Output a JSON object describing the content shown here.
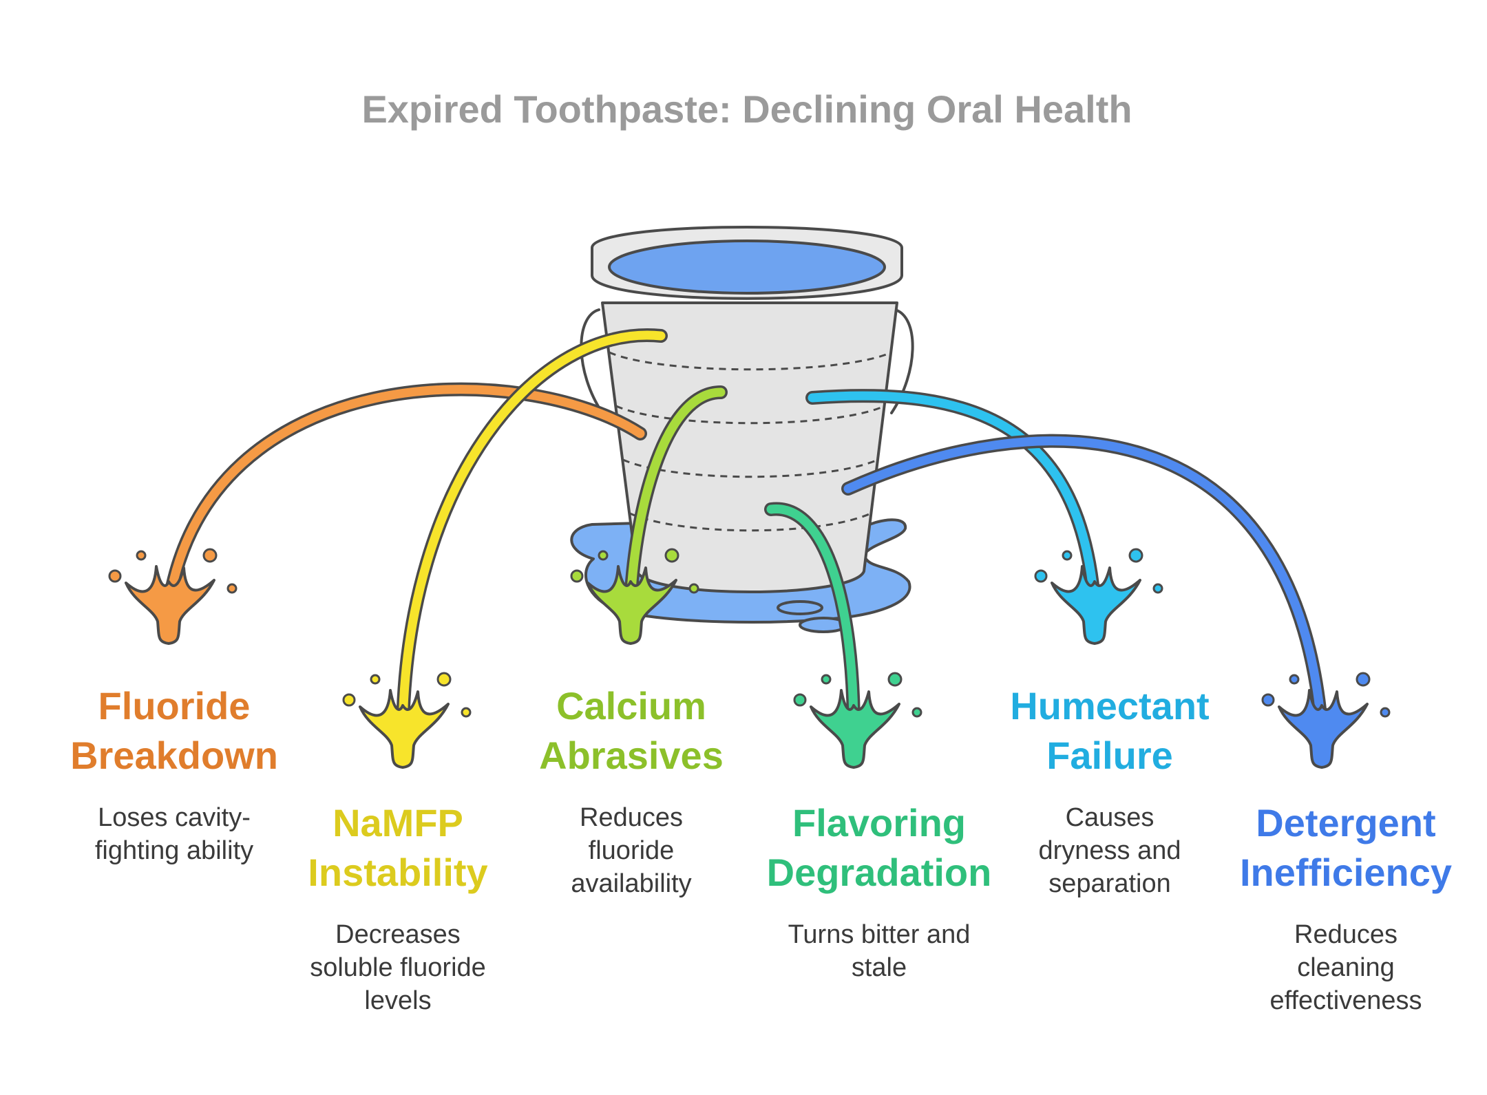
{
  "title": "Expired Toothpaste: Declining Oral Health",
  "colors": {
    "water": "#6ea3f0",
    "puddle": "#7db1f5",
    "bucket": "#e4e4e4",
    "outline": "#4a4a4a"
  },
  "items": [
    {
      "id": "fluoride",
      "color": "#f59a45",
      "heading": [
        "Fluoride",
        "Breakdown"
      ],
      "desc": [
        "Loses cavity-",
        "fighting ability"
      ],
      "heading_color": "#e07d2c"
    },
    {
      "id": "namfp",
      "color": "#f7e42b",
      "heading": [
        "NaMFP",
        "Instability"
      ],
      "desc": [
        "Decreases",
        "soluble fluoride",
        "levels"
      ],
      "heading_color": "#dccb1e"
    },
    {
      "id": "calcium",
      "color": "#a8db3c",
      "heading": [
        "Calcium",
        "Abrasives"
      ],
      "desc": [
        "Reduces",
        "fluoride",
        "availability"
      ],
      "heading_color": "#8cc02a"
    },
    {
      "id": "flavoring",
      "color": "#3fd190",
      "heading": [
        "Flavoring",
        "Degradation"
      ],
      "desc": [
        "Turns bitter and",
        "stale"
      ],
      "heading_color": "#2fbf7b"
    },
    {
      "id": "humectant",
      "color": "#2ec2ef",
      "heading": [
        "Humectant",
        "Failure"
      ],
      "desc": [
        "Causes",
        "dryness and",
        "separation"
      ],
      "heading_color": "#21ade0"
    },
    {
      "id": "detergent",
      "color": "#4f8af0",
      "heading": [
        "Detergent",
        "Inefficiency"
      ],
      "desc": [
        "Reduces",
        "cleaning",
        "effectiveness"
      ],
      "heading_color": "#3f7ae8"
    }
  ]
}
